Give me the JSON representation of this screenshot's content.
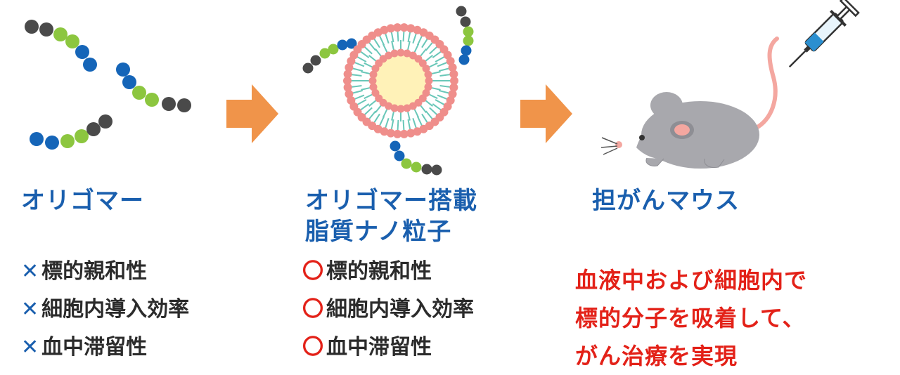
{
  "panels": [
    {
      "title_lines": [
        "オリゴマー"
      ],
      "properties": [
        {
          "mark": "✕",
          "label": "標的親和性"
        },
        {
          "mark": "✕",
          "label": "細胞内導入効率"
        },
        {
          "mark": "✕",
          "label": "血中滞留性"
        }
      ]
    },
    {
      "title_lines": [
        "オリゴマー搭載",
        "脂質ナノ粒子"
      ],
      "properties": [
        {
          "mark": "〇",
          "label": "標的親和性"
        },
        {
          "mark": "〇",
          "label": "細胞内導入効率"
        },
        {
          "mark": "〇",
          "label": "血中滞留性"
        }
      ]
    },
    {
      "title_lines": [
        "担がんマウス"
      ],
      "result_lines": [
        "血液中および細胞内で",
        "標的分子を吸着して、",
        "がん治療を実現"
      ]
    }
  ],
  "colors": {
    "title_blue": "#1a5fae",
    "bead_dark": "#4a4a4a",
    "bead_green": "#8cc63f",
    "bead_blue": "#1565b8",
    "arrow_orange": "#f0944a",
    "lipid_pink": "#ef8e8b",
    "lipid_tail": "#69c7b8",
    "particle_core": "#fff2b8",
    "mouse_gray": "#a8a8ad",
    "mouse_tail": "#f4a7a0",
    "highlight_red": "#e32118"
  },
  "icons": [
    "oligomer-strand-icon",
    "arrow-right-icon",
    "lipid-nanoparticle-icon",
    "mouse-icon",
    "syringe-icon"
  ]
}
